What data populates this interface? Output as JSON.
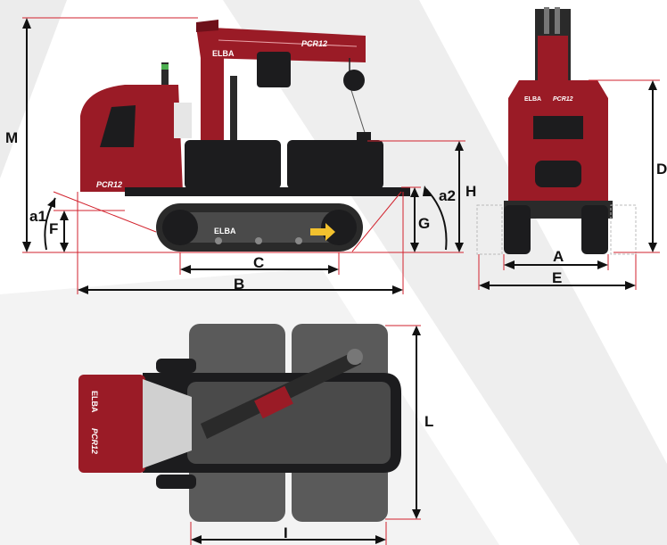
{
  "brand": {
    "logo": "ELBA",
    "model": "PCR12",
    "colors": {
      "body_red": "#9a1b26",
      "dark_red": "#6e1019",
      "tank_black": "#1c1c1e",
      "track_grey": "#4a4a4a",
      "dimension_line": "#111111",
      "guide_line": "#d2222d",
      "arrow_yellow": "#f2c12e",
      "panel_grey": "#eaeaea"
    }
  },
  "dimensions": {
    "side": {
      "M": "M",
      "F": "F",
      "a1": "a1",
      "C": "C",
      "B": "B",
      "G": "G",
      "a2": "a2",
      "H": "H"
    },
    "front": {
      "A": "A",
      "E": "E",
      "D": "D"
    },
    "top": {
      "L": "L",
      "I": "I"
    }
  }
}
